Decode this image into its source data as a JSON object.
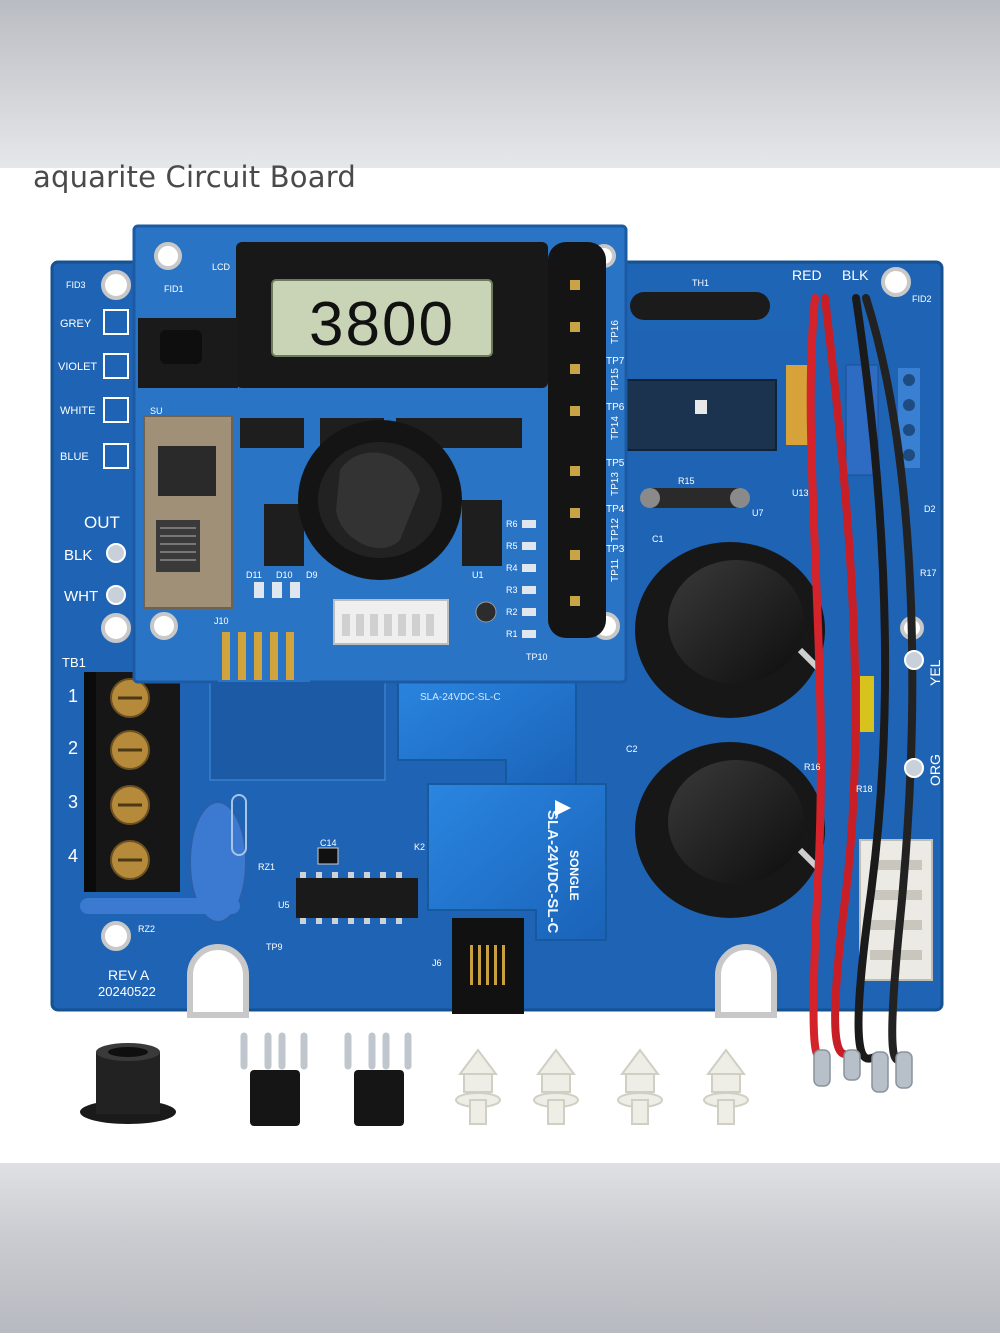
{
  "product": {
    "title": "aquarite Circuit Board"
  },
  "board": {
    "display_reading": "3800",
    "revision": "REV A",
    "date_code": "20240522",
    "wire_labels_left": [
      "GREY",
      "VIOLET",
      "WHITE",
      "BLUE"
    ],
    "out_label": "OUT",
    "out_terminals": [
      "BLK",
      "WHT"
    ],
    "terminal_block_label": "TB1",
    "terminal_numbers": [
      "1",
      "2",
      "3",
      "4"
    ],
    "top_wire_labels": [
      "RED",
      "BLK"
    ],
    "side_labels": [
      "YEL",
      "ORG"
    ],
    "relay_brand": "SONGLE",
    "relay_model": "SLA-24VDC-SL-C",
    "silkscreen": {
      "lcd": "LCD",
      "su": "SU",
      "j10": "J10",
      "j6": "J6",
      "u5": "U5",
      "rz1": "RZ1",
      "rz2": "RZ2",
      "tp9": "TP9",
      "tp10": "TP10",
      "c1": "C1",
      "c2": "C2",
      "k2": "K2",
      "c14": "C14",
      "u1": "U1",
      "th1": "TH1",
      "r15": "R15",
      "u13": "U13",
      "u7": "U7",
      "r16": "R16",
      "r17": "R17",
      "r18": "R18",
      "fid1": "FID1",
      "fid2": "FID2",
      "fid3": "FID3",
      "d2": "D2",
      "tp_labels": [
        "TP16",
        "TP7",
        "TP15",
        "TP6",
        "TP14",
        "TP5",
        "TP13",
        "TP4",
        "TP12",
        "TP3",
        "TP11"
      ],
      "r_labels": [
        "R6",
        "R5",
        "R4",
        "R3",
        "R2",
        "R1"
      ],
      "d_labels": [
        "D11",
        "D10",
        "D9"
      ]
    }
  },
  "accessories": {
    "items": [
      "grommet",
      "jumper-1",
      "jumper-2",
      "standoff-1",
      "standoff-2",
      "standoff-3",
      "standoff-4"
    ]
  },
  "colors": {
    "pcb_blue": "#1f63b4",
    "pcb_blue_dark": "#174f96",
    "daughter_board": "#2a74c6",
    "lcd_screen": "#c9d4b6",
    "wire_red": "#d4232a",
    "wire_black": "#1a1a1a"
  }
}
